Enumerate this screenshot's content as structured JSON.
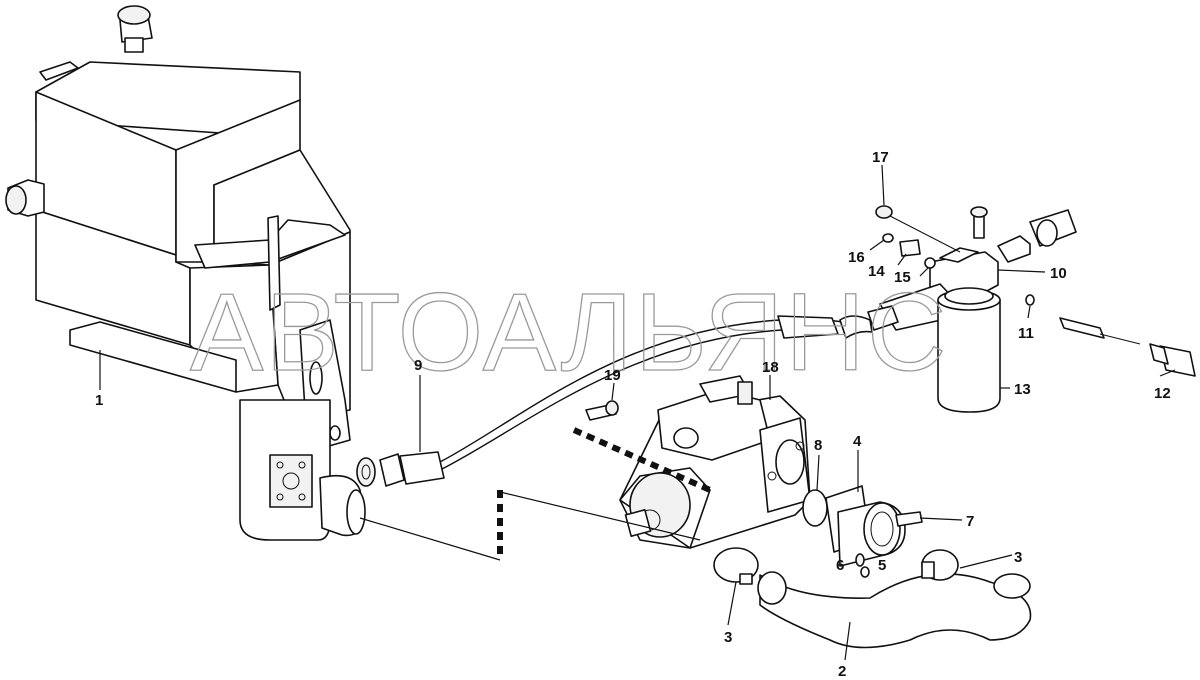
{
  "watermark": "АВТОАЛЬЯНС",
  "callouts": {
    "c1": "1",
    "c2": "2",
    "c3a": "3",
    "c3b": "3",
    "c4": "4",
    "c5": "5",
    "c6": "6",
    "c7": "7",
    "c8": "8",
    "c9": "9",
    "c10": "10",
    "c11": "11",
    "c12": "12",
    "c13": "13",
    "c14": "14",
    "c15": "15",
    "c16": "16",
    "c17": "17",
    "c18": "18",
    "c19": "19"
  }
}
